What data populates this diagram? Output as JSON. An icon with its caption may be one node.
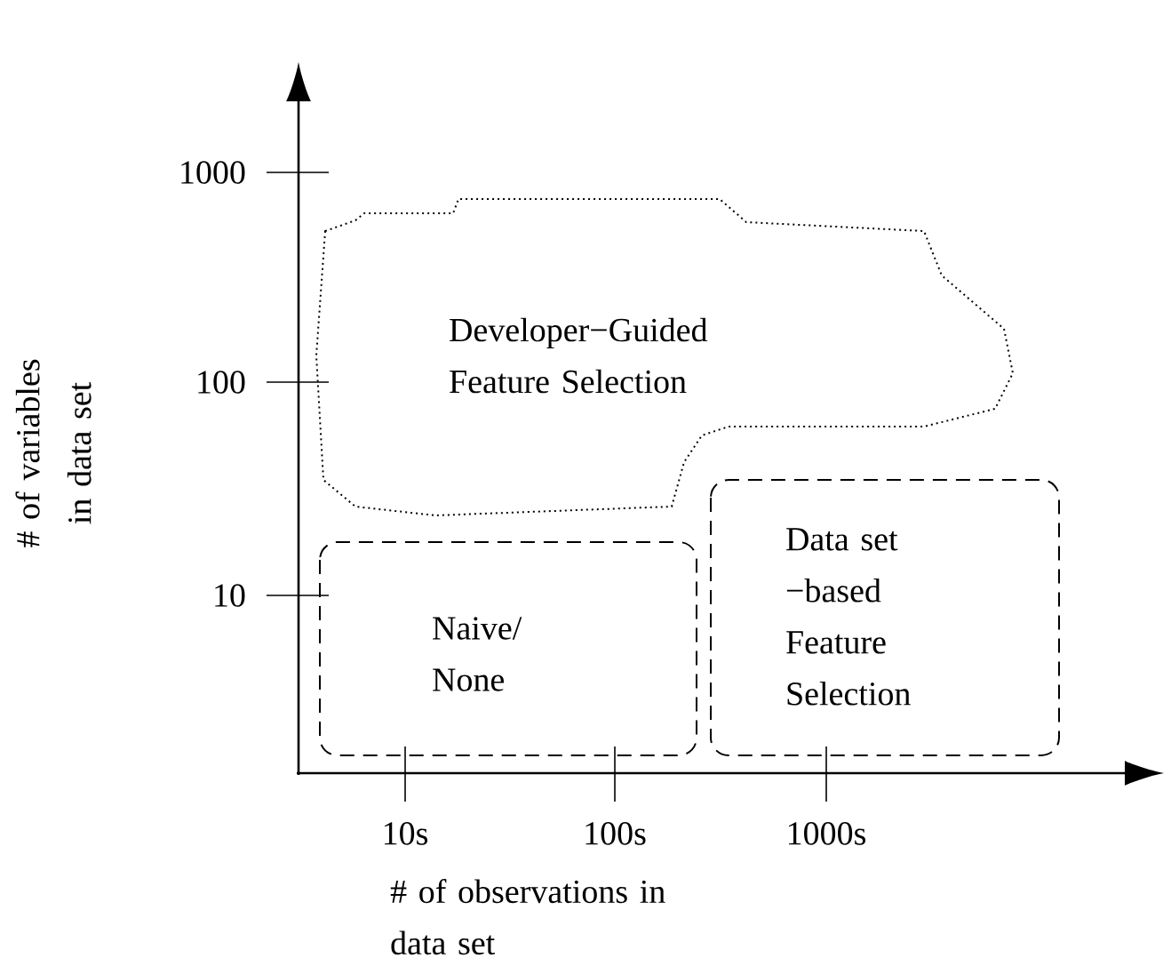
{
  "diagram": {
    "nodes": [
      {
        "text": [
          "Developer−Guided Feature Selection"
        ]
      },
      {
        "text": [
          "Naive/ None"
        ]
      },
      {
        "text": [
          "Data set −based Feature Selection"
        ]
      }
    ],
    "labels": [
      "1000",
      "100",
      "10",
      "# of variables in data set",
      "10s",
      "100s",
      "1000s",
      "# of observations in data set"
    ]
  }
}
